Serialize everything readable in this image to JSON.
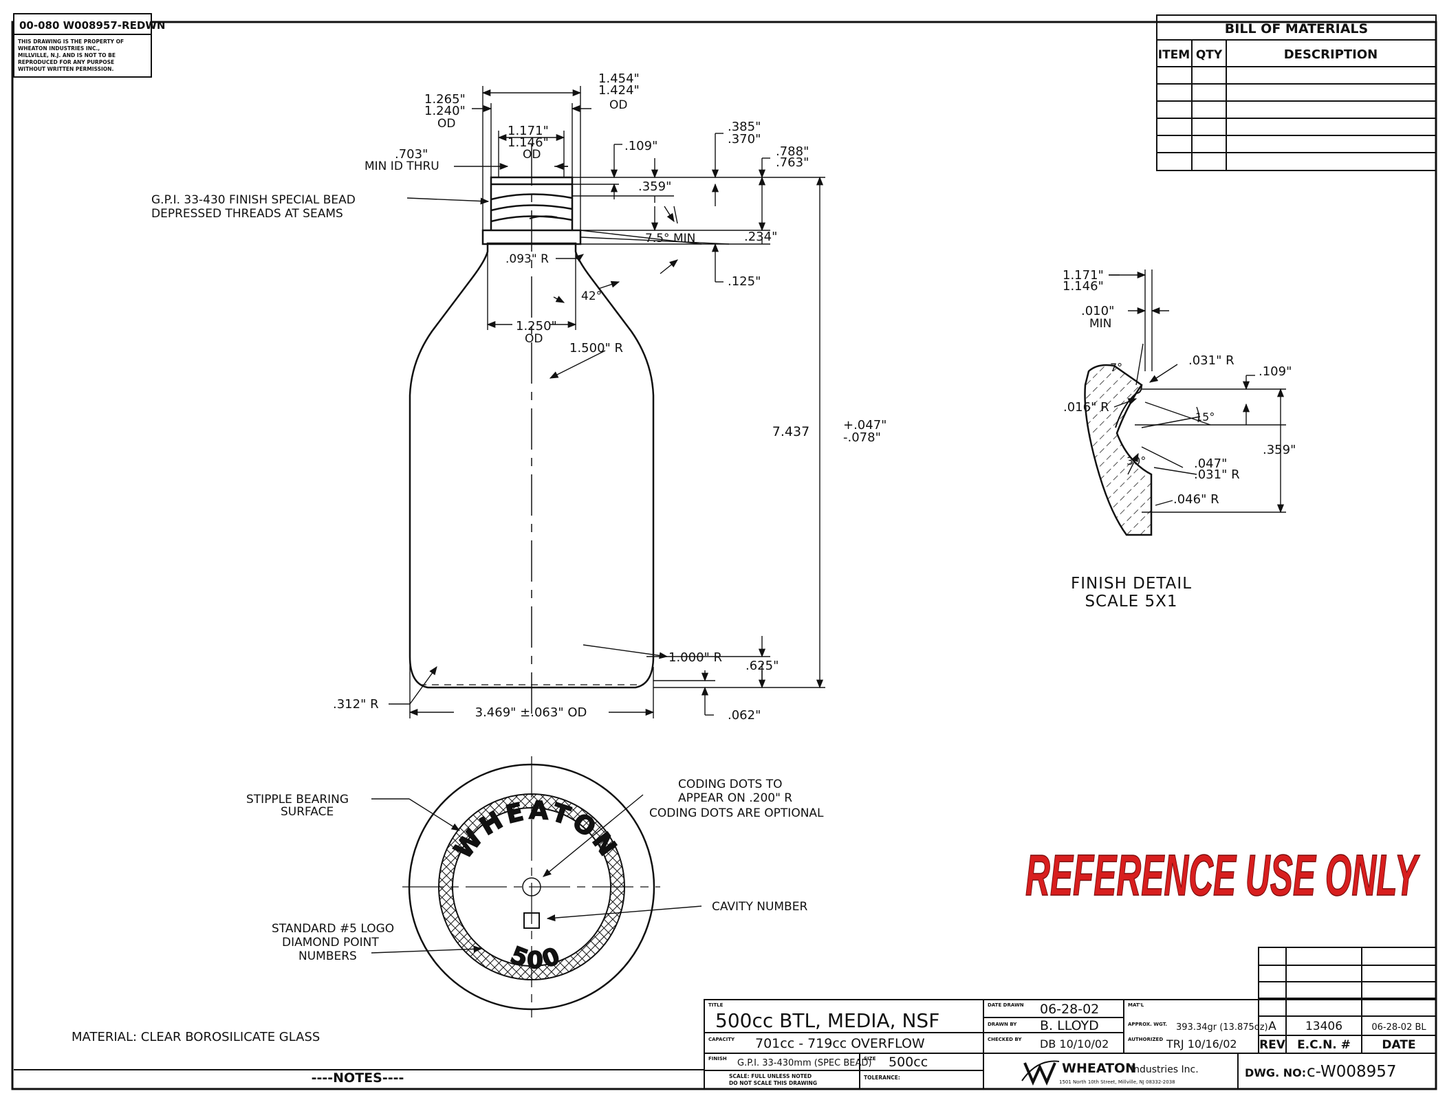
{
  "corner_stamp": {
    "id": "00-080  W008957-REDWN",
    "property_notice": [
      "THIS DRAWING IS THE PROPERTY OF",
      "WHEATON INDUSTRIES INC.,",
      "MILLVILLE, N.J. AND IS NOT TO BE",
      "REPRODUCED FOR ANY PURPOSE",
      "WITHOUT WRITTEN PERMISSION."
    ]
  },
  "bom": {
    "title": "BILL OF MATERIALS",
    "col_item": "ITEM",
    "col_qty": "QTY",
    "col_desc": "DESCRIPTION"
  },
  "dims": {
    "top_od_a": "1.454\"",
    "top_od_b": "1.424\"",
    "top_od_c": "OD",
    "neck_od_a": "1.265\"",
    "neck_od_b": "1.240\"",
    "neck_od_c": "OD",
    "thread_od_a": "1.171\"",
    "thread_od_b": "1.146\"",
    "thread_od_c": "OD",
    "min_id_a": ".703\"",
    "min_id_b": "MIN ID THRU",
    "d109": ".109\"",
    "d385": ".385\"",
    "d370": ".370\"",
    "d788": ".788\"",
    "d763": ".763\"",
    "d359": ".359\"",
    "finish_a": "G.P.I. 33-430 FINISH SPECIAL BEAD",
    "finish_b": "DEPRESSED THREADS AT SEAMS",
    "angle_min": "7.5° MIN",
    "d234": ".234\"",
    "r093": ".093\" R",
    "d125": ".125\"",
    "ang42": "42°",
    "od1250_a": "1.250\"",
    "od1250_b": "OD",
    "r1500": "1.500\" R",
    "height": "7.437",
    "tol_plus": "+.047\"",
    "tol_minus": "-.078\"",
    "r1000": "1.000\" R",
    "d625": ".625\"",
    "r312": ".312\" R",
    "base_od": "3.469\" ±.063\" OD",
    "d062": ".062\""
  },
  "bottom_view": {
    "stipple_a": "STIPPLE BEARING",
    "stipple_b": "SURFACE",
    "coding_a": "CODING DOTS TO",
    "coding_b": "APPEAR ON .200\" R",
    "coding_c": "CODING DOTS ARE OPTIONAL",
    "cavity": "CAVITY NUMBER",
    "logo_a": "STANDARD #5 LOGO",
    "logo_b": "DIAMOND POINT",
    "logo_c": "NUMBERS",
    "brand": "WHEATON",
    "size_mark": "500"
  },
  "finish_detail": {
    "d1171": "1.171\"",
    "d1146": "1.146\"",
    "d010": ".010\"",
    "min": "MIN",
    "ang7": "7°",
    "r031": ".031\" R",
    "d109": ".109\"",
    "r016": ".016\" R",
    "ang15": "15°",
    "d359": ".359\"",
    "ang30": "30°",
    "r047": ".047\"",
    "r031b": ".031\" R",
    "r046": ".046\" R",
    "caption_a": "FINISH DETAIL",
    "caption_b": "SCALE 5X1"
  },
  "reference_stamp": "REFERENCE USE ONLY",
  "notes": {
    "material": "MATERIAL: CLEAR BOROSILICATE GLASS",
    "label": "----NOTES----"
  },
  "title_block": {
    "title_lbl": "TITLE",
    "title": "500cc BTL, MEDIA, NSF",
    "capacity_lbl": "CAPACITY",
    "capacity": "701cc - 719cc OVERFLOW",
    "finish_lbl": "FINISH",
    "finish": "G.P.I. 33-430mm (SPEC BEAD)",
    "size_lbl": "SIZE",
    "size": "500cc",
    "scale_note_a": "SCALE: FULL UNLESS NOTED",
    "scale_note_b": "DO NOT SCALE THIS DRAWING",
    "tolerance_lbl": "TOLERANCE:",
    "date_lbl": "DATE DRAWN",
    "date": "06-28-02",
    "drawn_lbl": "DRAWN BY",
    "drawn": "B. LLOYD",
    "checked_lbl": "CHECKED BY",
    "checked": "DB 10/10/02",
    "matl_lbl": "MAT'L",
    "weight_lbl": "APPROX. WGT.",
    "weight": "393.34gr (13.875oz)",
    "auth_lbl": "AUTHORIZED",
    "auth": "TRJ 10/16/02",
    "company": "WHEATON",
    "company_rest": "Industries Inc.",
    "address": "1501 North 10th Street, Millville, NJ 08332-2038",
    "dwg_lbl": "DWG. NO:",
    "dwg": "c-W008957",
    "rev_val": "A",
    "ecn_val": "13406",
    "rev_date_val": "06-28-02 BL",
    "rev_hdr": "REV",
    "ecn_hdr": "E.C.N. #",
    "date_hdr": "DATE"
  }
}
